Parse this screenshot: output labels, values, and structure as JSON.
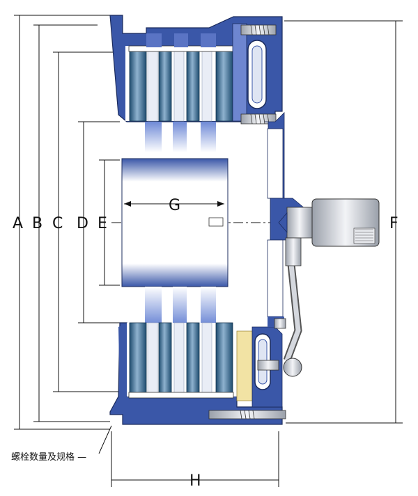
{
  "labels": {
    "A": "A",
    "B": "B",
    "C": "C",
    "D": "D",
    "E": "E",
    "F": "F",
    "G": "G",
    "H": "H"
  },
  "note": "螺栓数量及规格 —",
  "colors": {
    "blue": "#3a57a8",
    "blue_light": "#6e86d0",
    "steel": "#c8ccd6",
    "teal": "#1f4e73",
    "cream": "#f2e3a4",
    "line": "#111111"
  }
}
